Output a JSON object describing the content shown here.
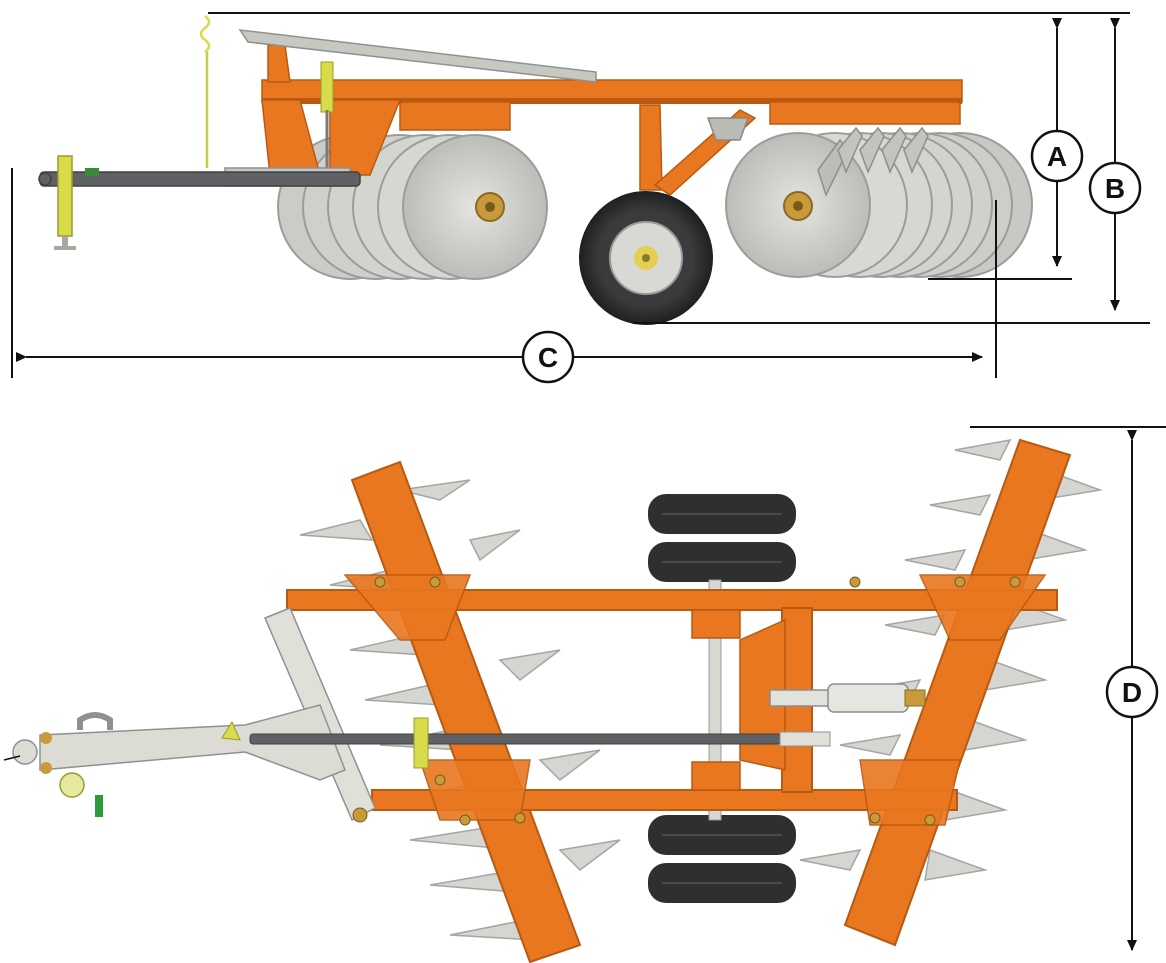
{
  "diagram": {
    "dimension_labels": {
      "a": "A",
      "b": "B",
      "c": "C",
      "d": "D"
    }
  },
  "colors": {
    "frame_orange": "#E8771F",
    "frame_shadow": "#B85A12",
    "disc_silver": "#D2D2CE",
    "disc_shadow": "#A9A9A5",
    "tire_dark": "#2E2F31",
    "hub_gold": "#C99A3A",
    "drawbar_grey": "#5F6164",
    "hitch_light": "#DCDCD4",
    "jack_yellow": "#D8DC4A",
    "line_black": "#111111"
  }
}
